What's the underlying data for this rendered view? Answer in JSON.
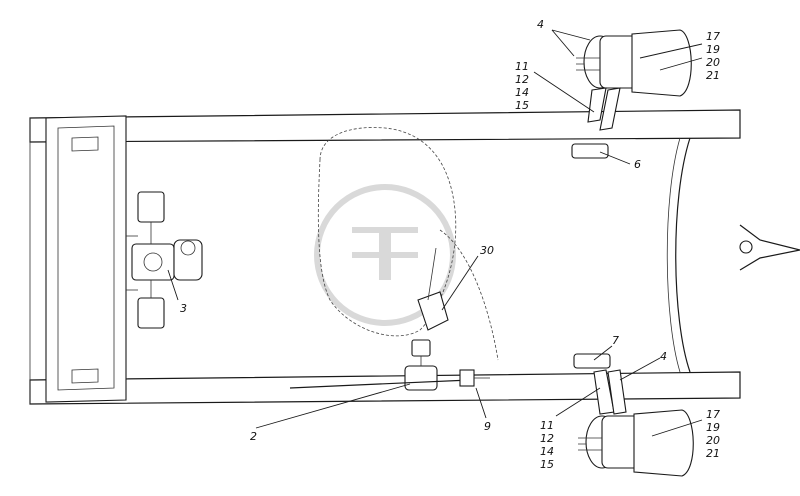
{
  "labels": {
    "l4_top": "4",
    "l17_top": "17",
    "l19_top": "19",
    "l20_top": "20",
    "l21_top": "21",
    "l11_top": "11",
    "l12_top": "12",
    "l14_top": "14",
    "l15_top": "15",
    "l6": "6",
    "l3": "3",
    "l30": "30",
    "l7": "7",
    "l4_bot": "4",
    "l11_bot": "11",
    "l12_bot": "12",
    "l14_bot": "14",
    "l15_bot": "15",
    "l17_bot": "17",
    "l19_bot": "19",
    "l20_bot": "20",
    "l21_bot": "21",
    "l2": "2",
    "l9": "9"
  }
}
